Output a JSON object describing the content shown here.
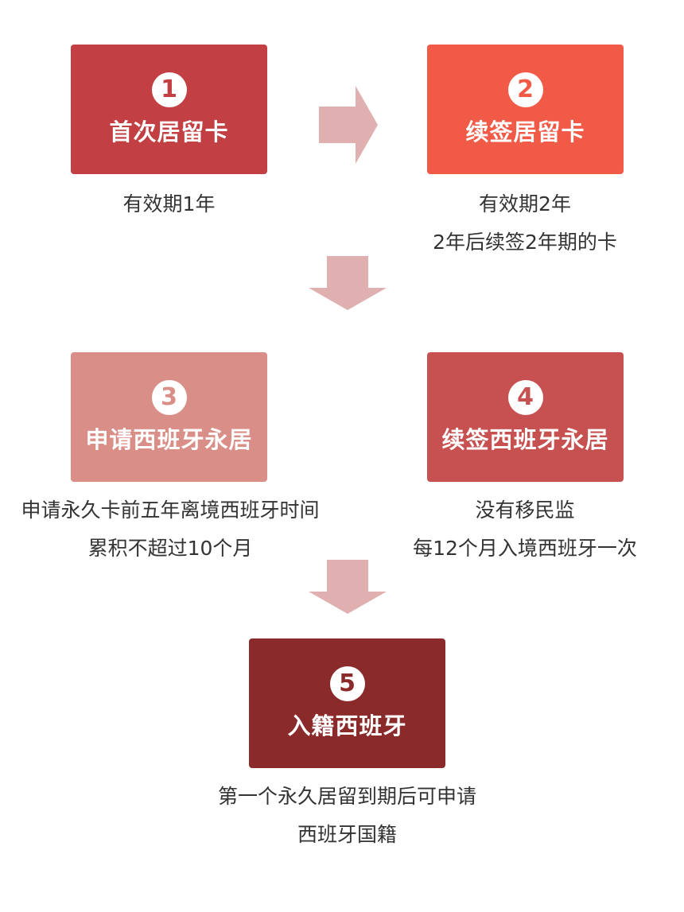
{
  "colors": {
    "step1": "#c24043",
    "step2": "#f05a47",
    "step3": "#d98f88",
    "step4": "#c75050",
    "step5": "#8a2a2b",
    "arrow": "#e0b0b0",
    "text": "#333333"
  },
  "steps": [
    {
      "number": "1",
      "title": "首次居留卡",
      "lines": [
        "有效期1年"
      ]
    },
    {
      "number": "2",
      "title": "续签居留卡",
      "lines": [
        "有效期2年",
        "2年后续签2年期的卡"
      ]
    },
    {
      "number": "3",
      "title": "申请西班牙永居",
      "lines": [
        "申请永久卡前五年离境西班牙时间",
        "累积不超过10个月"
      ]
    },
    {
      "number": "4",
      "title": "续签西班牙永居",
      "lines": [
        "没有移民监",
        "每12个月入境西班牙一次"
      ]
    },
    {
      "number": "5",
      "title": "入籍西班牙",
      "lines": [
        "第一个永久居留到期后可申请",
        "西班牙国籍"
      ]
    }
  ]
}
